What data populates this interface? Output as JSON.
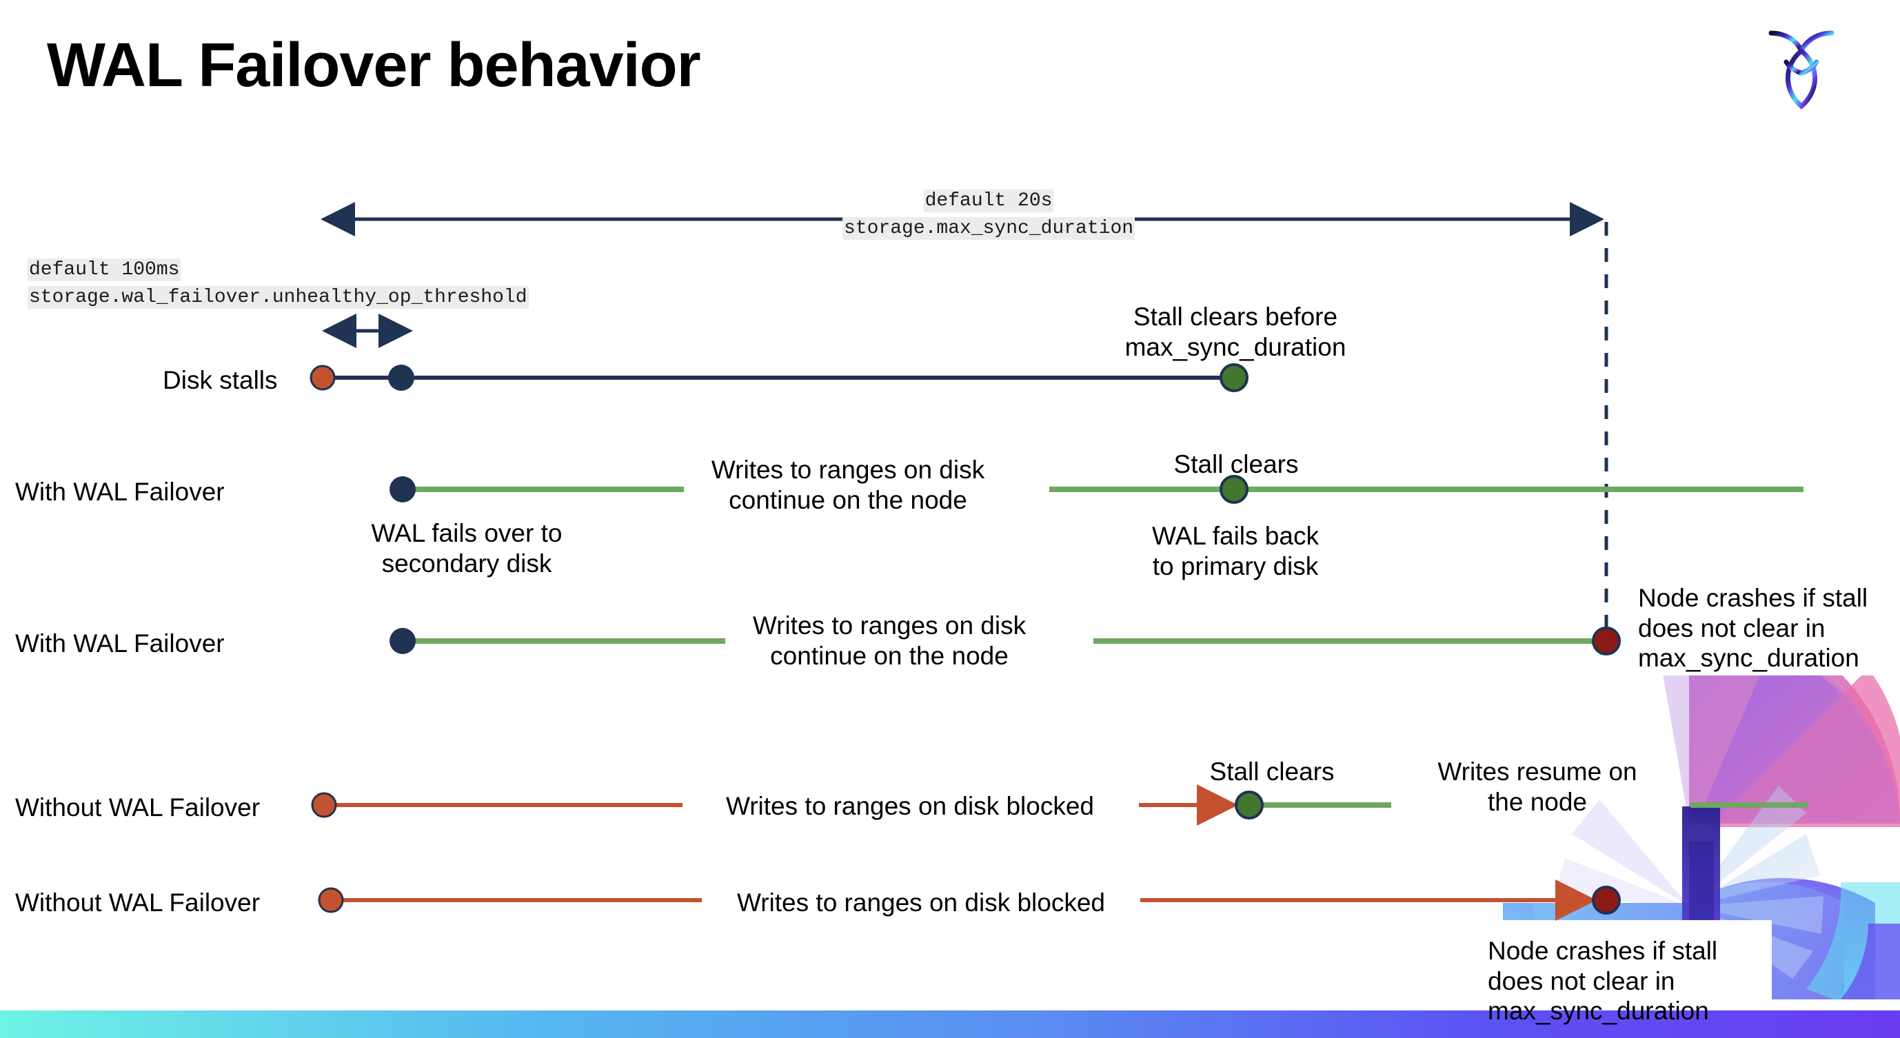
{
  "slide": {
    "title": "WAL Failover behavior",
    "logo_name": "cockroachdb-logo"
  },
  "annotations": {
    "max_sync": {
      "line1": "default 20s",
      "line2": "storage.max_sync_duration"
    },
    "unhealthy_op": {
      "line1": "default 100ms",
      "line2": "storage.wal_failover.unhealthy_op_threshold"
    }
  },
  "rows": [
    {
      "label": "Disk stalls",
      "notes": [
        {
          "line1": "Stall clears before",
          "line2": "max_sync_duration"
        }
      ]
    },
    {
      "label": "With WAL Failover",
      "notes": [
        {
          "line1": "Writes to ranges on disk",
          "line2": "continue on the node"
        },
        {
          "line1": "WAL fails over to",
          "line2": "secondary disk"
        },
        {
          "line1": "Stall clears",
          "line2": ""
        },
        {
          "line1": "WAL fails  back",
          "line2": "to primary disk"
        }
      ]
    },
    {
      "label": "With WAL Failover",
      "notes": [
        {
          "line1": "Writes to ranges on disk",
          "line2": "continue on the node"
        },
        {
          "line1": "Node crashes if stall",
          "line2": "does not clear in",
          "line3": "max_sync_duration"
        }
      ]
    },
    {
      "label": "Without WAL Failover",
      "notes": [
        {
          "line1": "Writes to ranges on disk  blocked",
          "line2": ""
        },
        {
          "line1": "Stall clears",
          "line2": ""
        },
        {
          "line1": "Writes resume on",
          "line2": "the node"
        }
      ]
    },
    {
      "label": "Without WAL Failover",
      "notes": [
        {
          "line1": "Writes to ranges on disk  blocked",
          "line2": ""
        },
        {
          "line1": "Node crashes if stall",
          "line2": "does not clear in",
          "line3": "max_sync_duration"
        }
      ]
    }
  ],
  "colors": {
    "navy": "#1f3352",
    "orange": "#c4512f",
    "green_dot": "#43762e",
    "green_line": "#6fa860",
    "dark_red": "#8b1a15",
    "code_bg": "#ececec",
    "bar_start": "#6ef3e6",
    "bar_end": "#6a3df0"
  },
  "markers": {
    "disk_stall_start": "orange-dot-stall-start",
    "failover_point": "navy-dot-failover",
    "stall_clear": "green-dot-stall-clears",
    "node_crash": "dark-red-dot-node-crash"
  }
}
